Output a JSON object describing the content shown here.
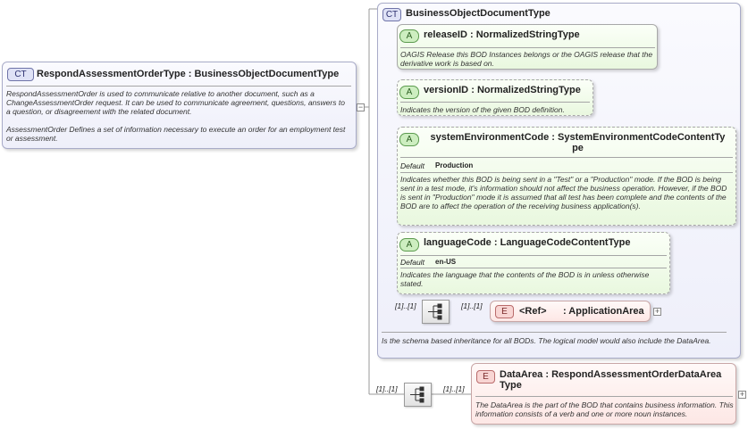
{
  "root": {
    "badge": "CT",
    "title": "RespondAssessmentOrderType : BusinessObjectDocumentType",
    "doc1": "RespondAssessmentOrder is used to communicate relative to another document, such as a ChangeAssessmentOrder request. It can be used to communicate agreement, questions, answers to a question, or disagreement with the related document.",
    "doc2": "AssessmentOrder  Defines a set of information necessary to execute an order for an employment test or assessment."
  },
  "base": {
    "badge": "CT",
    "title": "BusinessObjectDocumentType",
    "doc": "Is the schema based inheritance for all BODs. The logical model would also include the DataArea."
  },
  "attributes": [
    {
      "badge": "A",
      "name": "releaseID",
      "type": "NormalizedStringType",
      "doc": "OAGIS Release this BOD Instances belongs or the OAGIS release that the derivative work is based on."
    },
    {
      "badge": "A",
      "name": "versionID",
      "type": "NormalizedStringType",
      "doc": "Indicates the version of the given BOD definition."
    },
    {
      "badge": "A",
      "name": "systemEnvironmentCode",
      "type": "SystemEnvironmentCodeContentTy pe",
      "default_label": "Default",
      "default_value": "Production",
      "doc": "Indicates whether this BOD is being sent in a \"Test\" or a \"Production\" mode. If the BOD is being sent in a test mode, it's information should not affect the business operation. However, if the BOD is sent in \"Production\" mode it is assumed that all test has been complete and the contents of the BOD are to affect the operation of the receiving business application(s)."
    },
    {
      "badge": "A",
      "name": "languageCode",
      "type": "LanguageCodeContentType",
      "default_label": "Default",
      "default_value": "en-US",
      "doc": "Indicates the language that the contents of the BOD is in unless otherwise stated."
    }
  ],
  "application_area": {
    "badge": "E",
    "name": "<Ref>",
    "type": ": ApplicationArea",
    "mult_seq": "[1]..[1]",
    "mult_elem": "[1]..[1]"
  },
  "data_area": {
    "badge": "E",
    "name": "DataArea",
    "type": ": RespondAssessmentOrderDataArea Type",
    "doc": "The DataArea is the part of the BOD that contains business information. This information consists of a verb and one or more noun instances.",
    "mult_seq": "[1]..[1]",
    "mult_elem": "[1]..[1]"
  },
  "icons": {
    "sequence": "sequence-compositor-icon",
    "expand": "expand-plus-icon",
    "collapse": "collapse-minus-icon"
  }
}
